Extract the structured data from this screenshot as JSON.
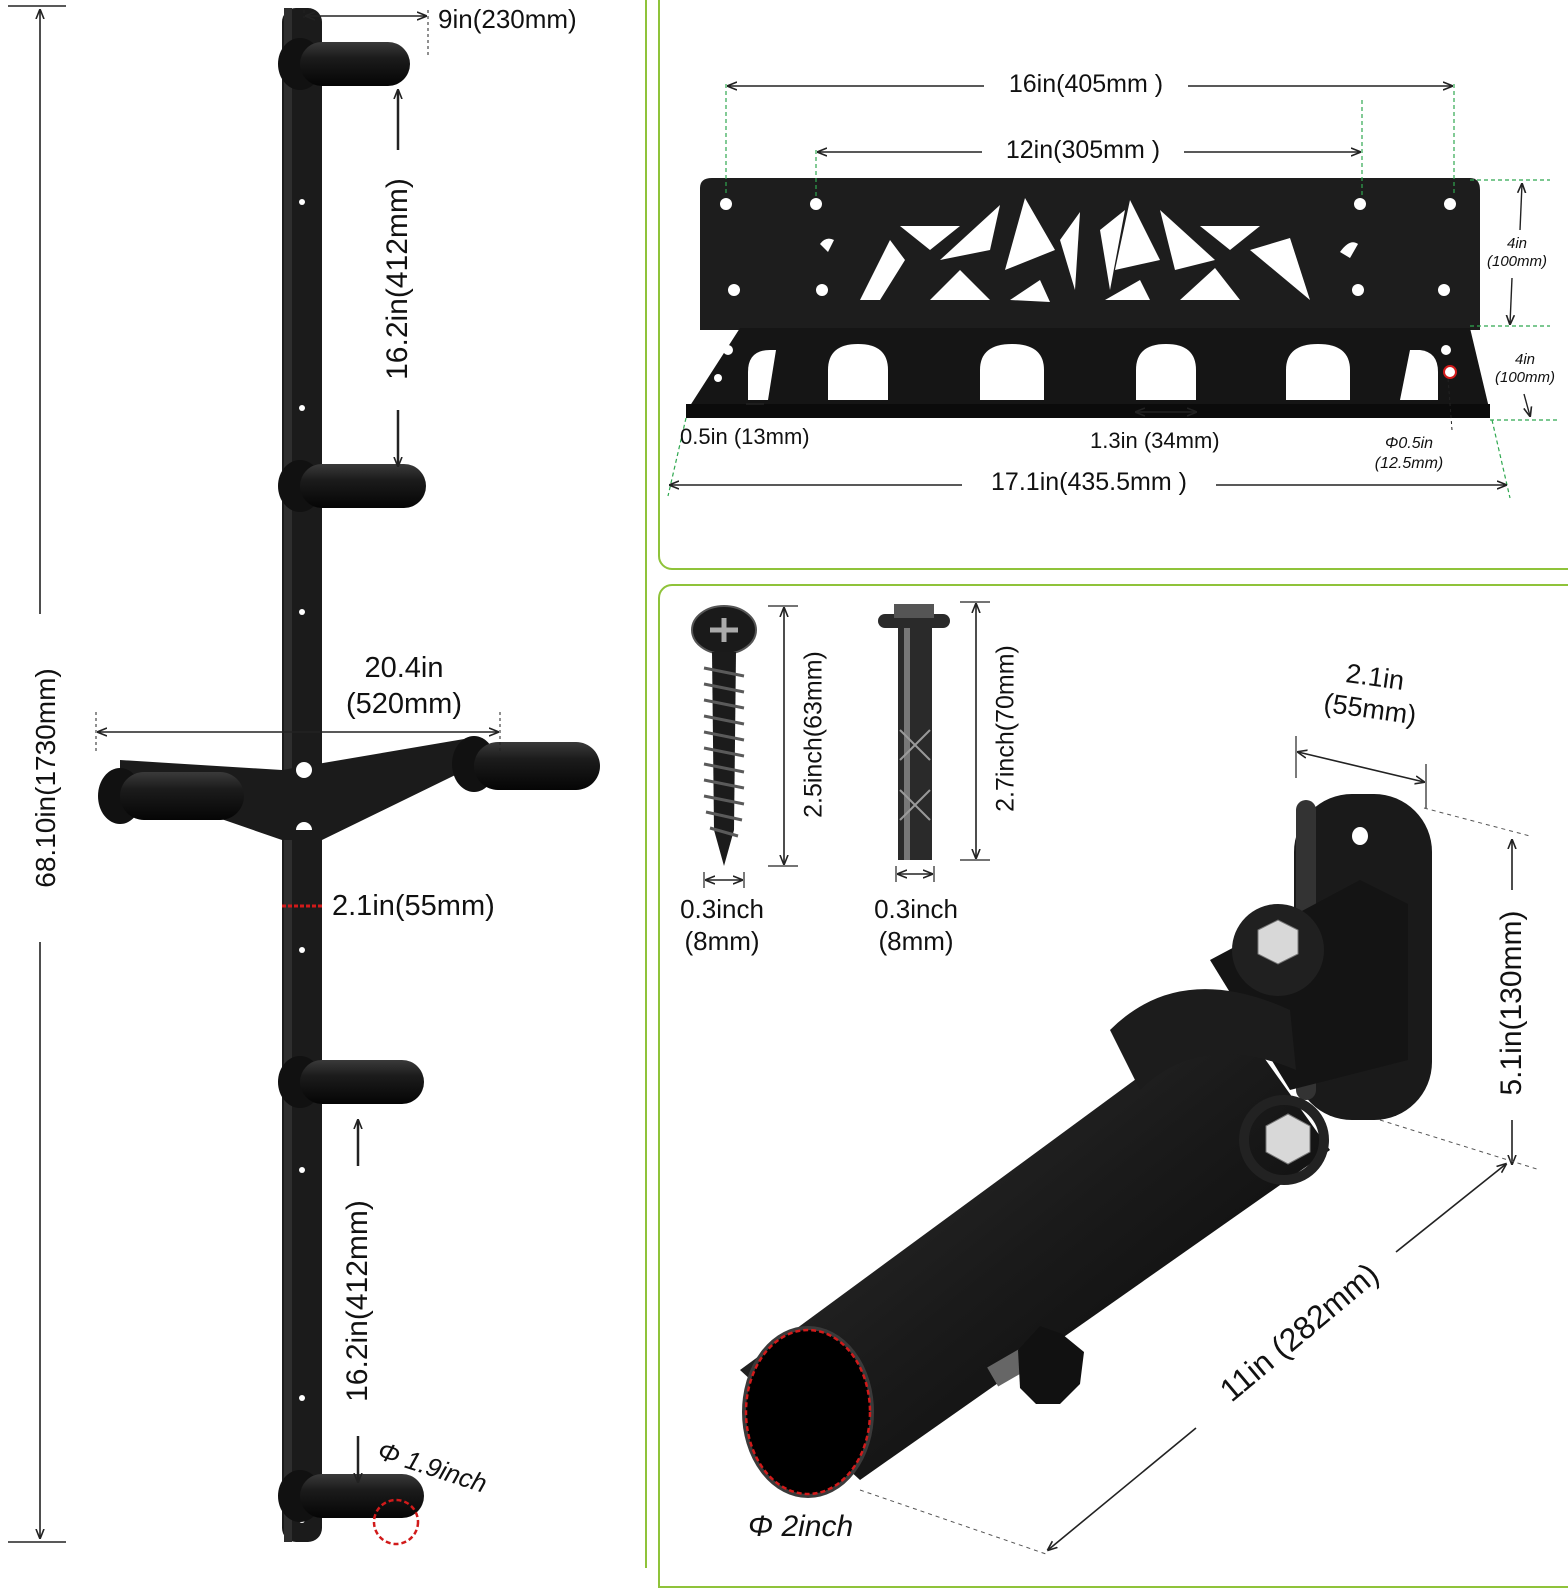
{
  "colors": {
    "panel_border": "#8fc33a",
    "metal": "#1c1c1c",
    "metal_dark": "#0b0b0b",
    "dimension_line": "#222222",
    "guide_line": "#2fa84f",
    "highlight": "#d11a1a"
  },
  "left_rack": {
    "total_height": "68.10in(1730mm)",
    "peg_length": "9in(230mm)",
    "top_peg_spacing": "16.2in(412mm)",
    "arm_span_line1": "20.4in",
    "arm_span_line2": "(520mm)",
    "post_width": "2.1in(55mm)",
    "bottom_peg_spacing": "16.2in(412mm)",
    "peg_diameter": "Φ 1.9inch"
  },
  "bracket": {
    "outer_hole_span": "16in(405mm  )",
    "inner_hole_span": "12in(305mm  )",
    "upper_height_line1": "4in",
    "upper_height_line2": "(100mm)",
    "lower_height_line1": "4in",
    "lower_height_line2": "(100mm)",
    "slot_edge": "0.5in (13mm)",
    "slot_width": "1.3in (34mm)",
    "hole_diameter_line1": "Φ0.5in",
    "hole_diameter_line2": "(12.5mm)",
    "total_width": "17.1in(435.5mm  )"
  },
  "hardware": {
    "screw_length": "2.5inch(63mm)",
    "screw_diameter_line1": "0.3inch",
    "screw_diameter_line2": "(8mm)",
    "anchor_length": "2.7inch(70mm)",
    "anchor_diameter_line1": "0.3inch",
    "anchor_diameter_line2": "(8mm)"
  },
  "landmine": {
    "plate_width_line1": "2.1in",
    "plate_width_line2": "(55mm)",
    "plate_height": "5.1in(130mm)",
    "sleeve_length": "11in (282mm)",
    "sleeve_diameter": "Φ 2inch"
  }
}
